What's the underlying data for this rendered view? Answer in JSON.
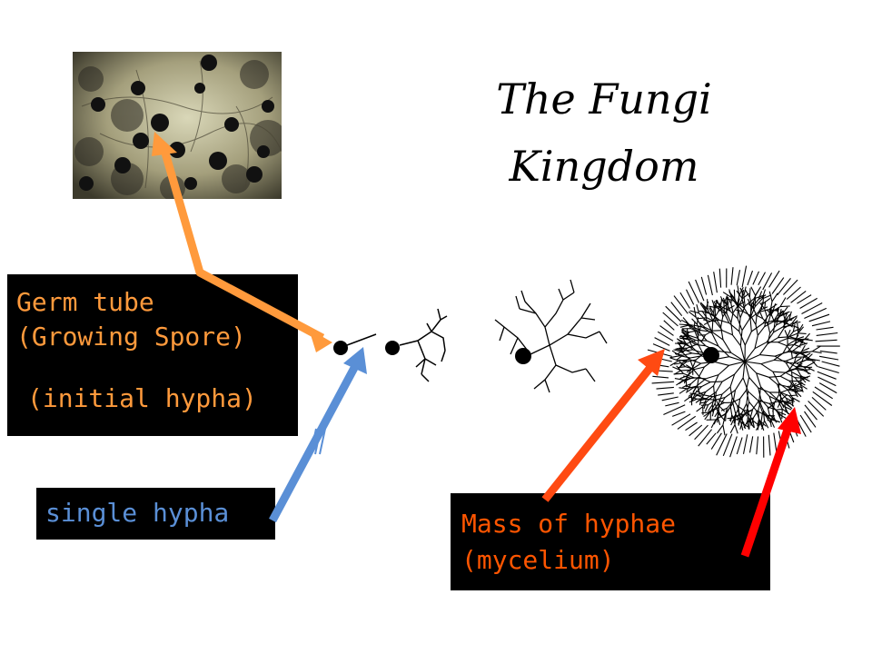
{
  "title": {
    "line1": "The Fungi",
    "line2": "Kingdom"
  },
  "photo": {
    "description_icon": "fungal-spore-micrograph"
  },
  "labels": {
    "germ_tube": {
      "line1": "Germ tube",
      "line2": "(Growing Spore)",
      "line3": "(initial hypha)",
      "color": "#ff9a3c"
    },
    "single_hypha": {
      "text": "single hypha",
      "color": "#5a8fd6"
    },
    "mycelium": {
      "line1": "Mass of hyphae",
      "line2": "(mycelium)",
      "color": "#ff5500"
    }
  },
  "arrows": {
    "orange": "#ff9a3c",
    "blue": "#5a8fd6",
    "red_orange": "#ff4a12",
    "red": "#ff0000"
  },
  "stages": [
    "spore-with-germ-tube",
    "early-branching",
    "branched-hyphae",
    "mycelium"
  ]
}
